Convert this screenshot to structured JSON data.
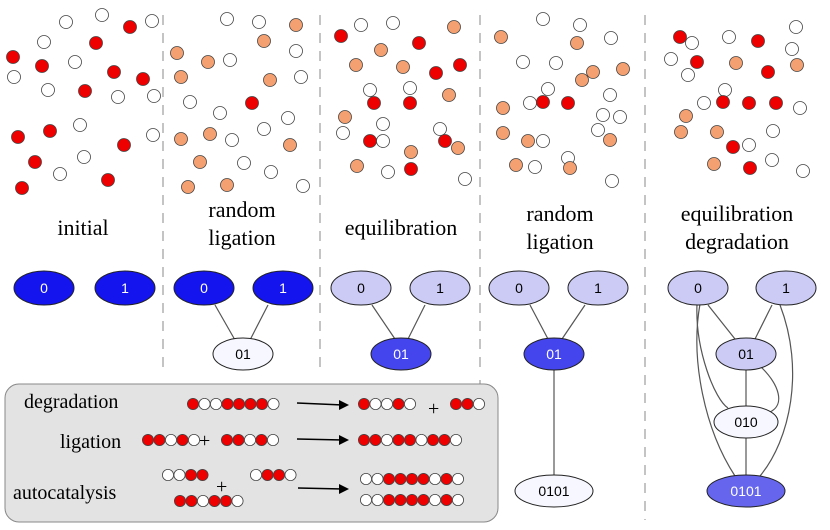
{
  "colors": {
    "red": "#ee0000",
    "orange": "#f5a070",
    "white": "#ffffff",
    "node_dark": "#1414ee",
    "node_mid": "#4545ee",
    "node_light": "#cbcbf5",
    "node_pale": "#ededfb",
    "node_white": "#f7f7ff",
    "legend_bg": "#e3e3e3"
  },
  "stages": [
    {
      "label_lines": [
        "initial"
      ]
    },
    {
      "label_lines": [
        "random",
        "ligation"
      ]
    },
    {
      "label_lines": [
        "equilibration"
      ]
    },
    {
      "label_lines": [
        "random",
        "ligation"
      ]
    },
    {
      "label_lines": [
        "equilibration",
        "degradation"
      ]
    }
  ],
  "node_labels": {
    "n0": "0",
    "n1": "1",
    "n01": "01",
    "n010": "010",
    "n0101": "0101"
  },
  "legend": {
    "degradation": "degradation",
    "ligation": "ligation",
    "autocatalysis": "autocatalysis",
    "plus": "+"
  }
}
